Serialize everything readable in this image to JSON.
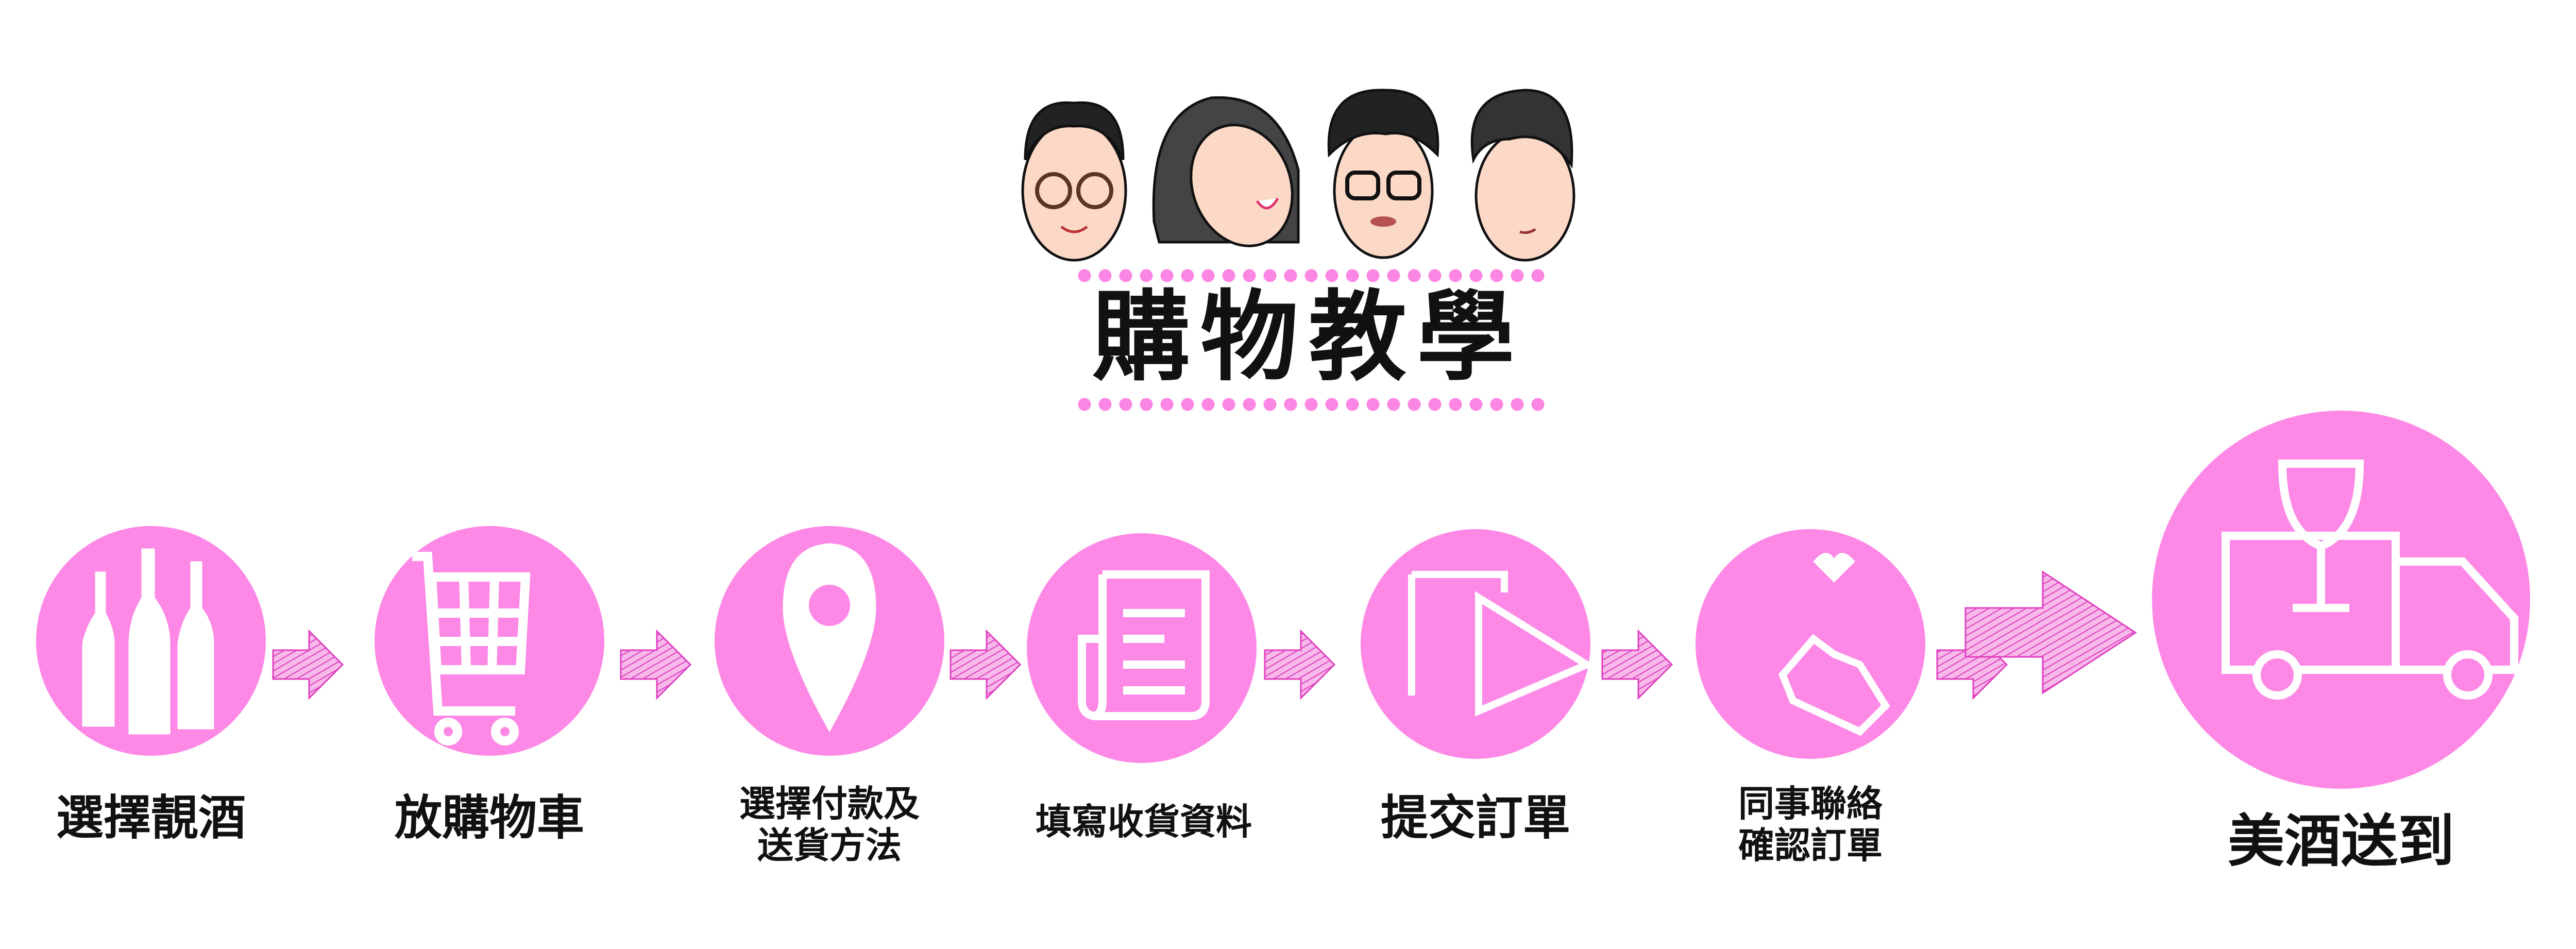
{
  "title": "購物教學",
  "accent_color": "#fd88e6",
  "steps": [
    {
      "label": "選擇靚酒",
      "icon": "wine-bottles-icon"
    },
    {
      "label": "放購物車",
      "icon": "shopping-cart-icon"
    },
    {
      "label_line1": "選擇付款及",
      "label_line2": "送貨方法",
      "icon": "location-pin-icon"
    },
    {
      "label": "填寫收貨資料",
      "icon": "document-icon"
    },
    {
      "label": "提交訂單",
      "icon": "send-document-icon"
    },
    {
      "label_line1": "同事聯絡",
      "label_line2": "確認訂單",
      "icon": "heart-hand-icon"
    },
    {
      "label": "美酒送到",
      "icon": "delivery-truck-icon"
    }
  ]
}
